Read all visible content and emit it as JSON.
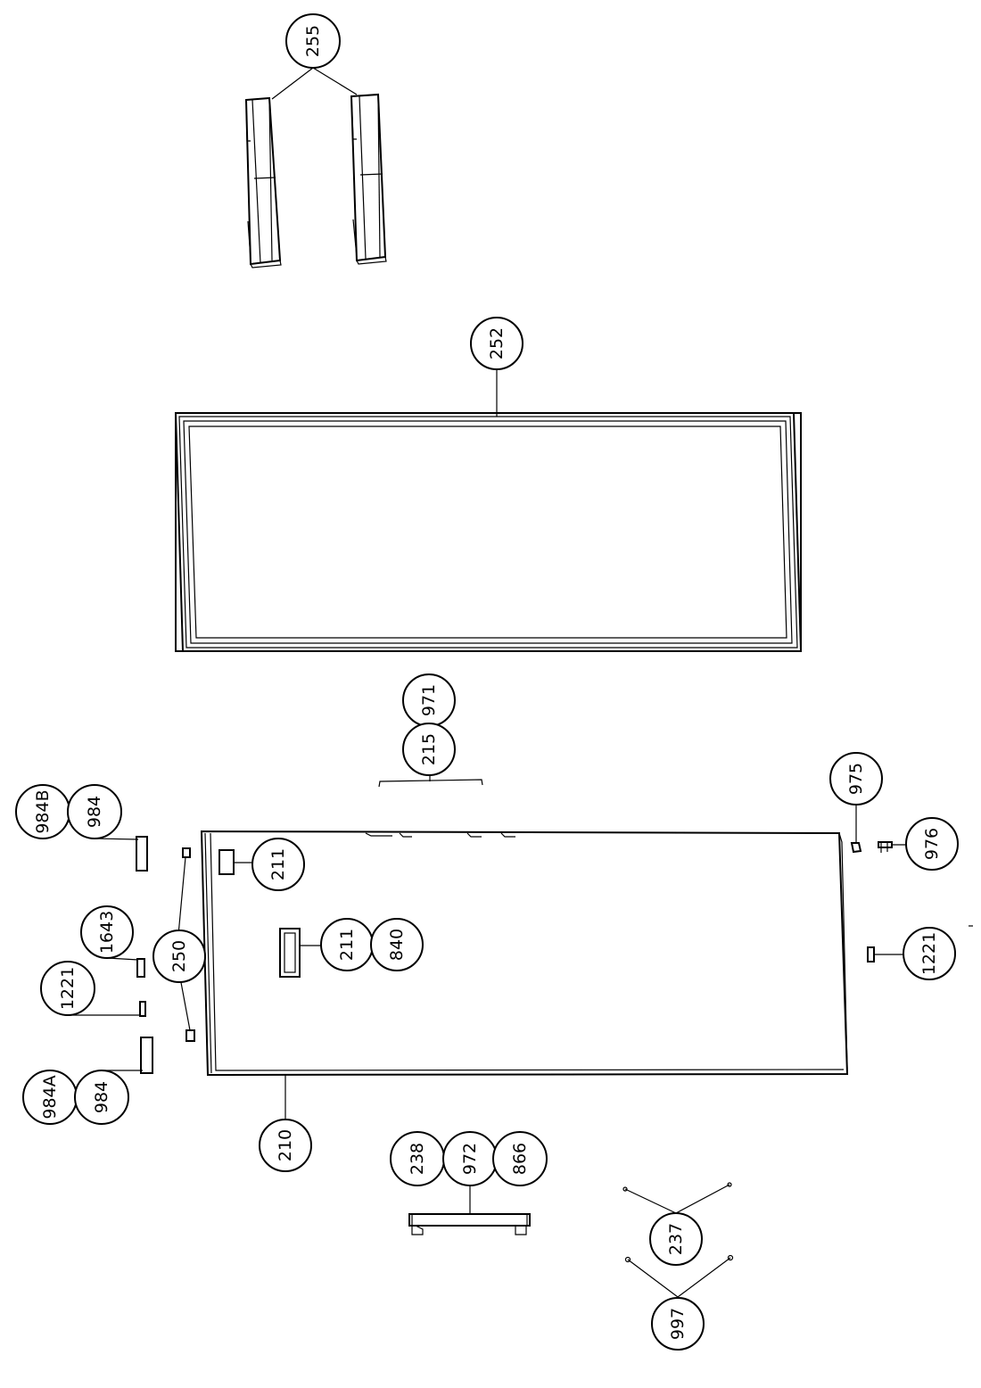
{
  "diagram": {
    "type": "exploded-parts-view",
    "colors": {
      "line": "#000000",
      "background": "#ffffff"
    },
    "callouts": {
      "c255": "255",
      "c252": "252",
      "c971": "971",
      "c215": "215",
      "c975": "975",
      "c976": "976",
      "c1221r": "1221",
      "c211a": "211",
      "c211b": "211",
      "c840": "840",
      "c984Bletter": "984B",
      "c984B": "984",
      "c1643": "1643",
      "c250": "250",
      "c1221l": "1221",
      "c984Aletter": "984A",
      "c984A": "984",
      "c210": "210",
      "c238": "238",
      "c972": "972",
      "c866": "866",
      "c237": "237",
      "c997": "997"
    }
  }
}
